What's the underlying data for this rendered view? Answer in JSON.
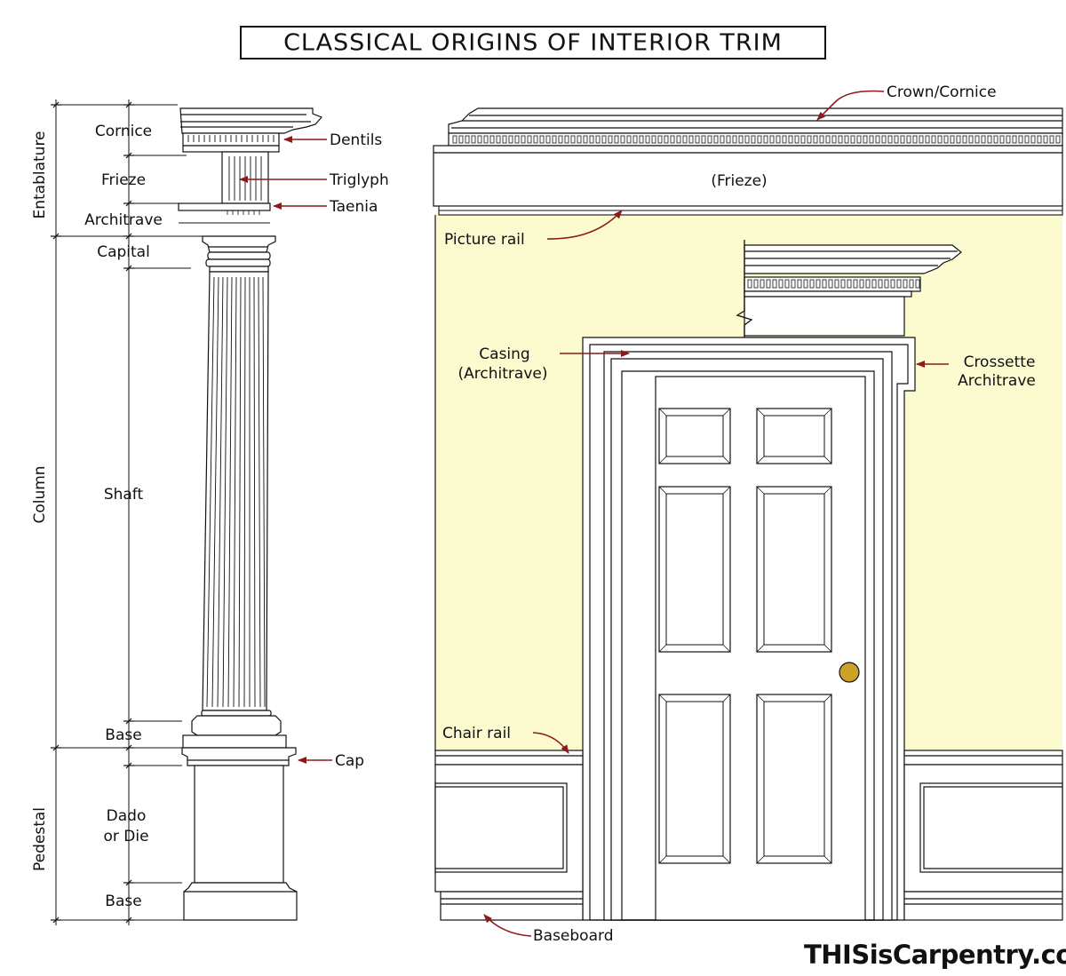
{
  "title": "CLASSICAL ORIGINS OF INTERIOR TRIM",
  "column_diagram": {
    "groups": {
      "entablature": "Entablature",
      "column": "Column",
      "pedestal": "Pedestal"
    },
    "parts": {
      "cornice": "Cornice",
      "frieze": "Frieze",
      "architrave": "Architrave",
      "capital": "Capital",
      "shaft": "Shaft",
      "column_base": "Base",
      "dado": "Dado\nor Die",
      "pedestal_base": "Base"
    },
    "callouts": {
      "dentils": "Dentils",
      "triglyph": "Triglyph",
      "taenia": "Taenia",
      "cap": "Cap"
    }
  },
  "room_diagram": {
    "frieze_label": "(Frieze)",
    "callouts": {
      "crown": "Crown/Cornice",
      "picture_rail": "Picture rail",
      "casing_line1": "Casing",
      "casing_line2": "(Architrave)",
      "crossette_line1": "Crossette",
      "crossette_line2": "Architrave",
      "chair_rail": "Chair rail",
      "baseboard": "Baseboard"
    }
  },
  "brand": "THISisCarpentry.com",
  "colors": {
    "wall": "#fbfbcf",
    "arrow": "#8b1a1a",
    "ink": "#111111",
    "knob": "#c9a227"
  }
}
